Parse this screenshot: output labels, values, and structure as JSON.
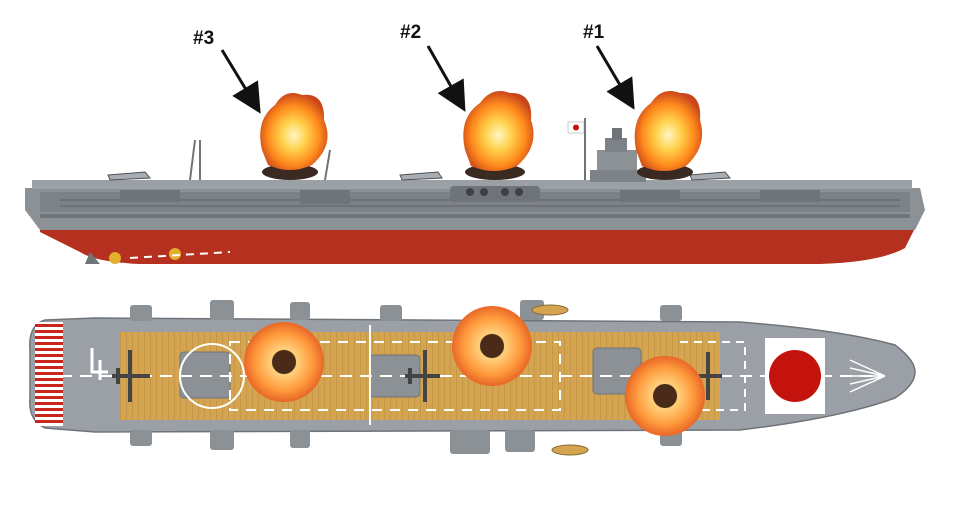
{
  "hits": [
    {
      "label": "#1"
    },
    {
      "label": "#2"
    },
    {
      "label": "#3"
    }
  ],
  "icons": {
    "side_view": "carrier-side-profile",
    "top_view": "carrier-deck-plan",
    "impact": "explosion-icon",
    "ensign": "rising-sun-flag-icon",
    "deck_marking": "hinomaru-circle-icon"
  },
  "colors": {
    "hull_grey": "#8c9196",
    "hull_dark": "#6f7479",
    "waterline_red": "#b5301f",
    "deck_wood": "#d4a450",
    "hinomaru_red": "#c4120c",
    "fire_orange": "#ff8a1c",
    "smoke_dark": "#3a2a22"
  }
}
